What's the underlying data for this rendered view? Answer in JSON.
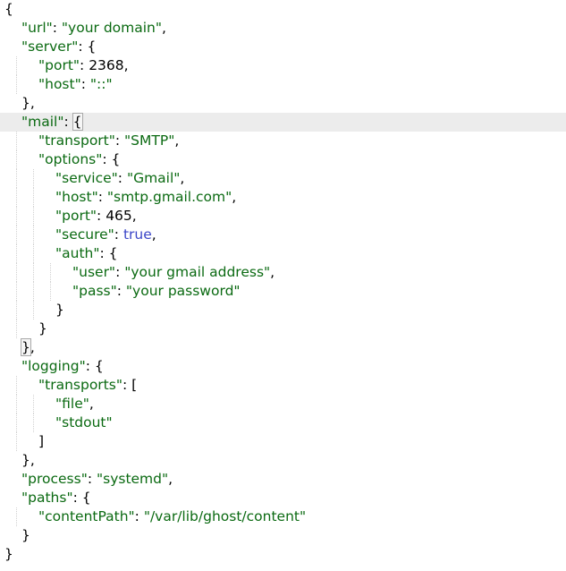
{
  "editor": {
    "current_line": 6,
    "matched_bracket_line": 6,
    "colors": {
      "string": "#0b6a12",
      "number": "#000000",
      "boolean": "#3b46c8",
      "punctuation": "#000000",
      "current_line_bg": "#ececec"
    },
    "lines": [
      {
        "indent": 0,
        "tokens": [
          {
            "t": "punc",
            "v": "{"
          }
        ]
      },
      {
        "indent": 1,
        "tokens": [
          {
            "t": "key",
            "v": "\"url\""
          },
          {
            "t": "punc",
            "v": ": "
          },
          {
            "t": "str",
            "v": "\"your domain\""
          },
          {
            "t": "punc",
            "v": ","
          }
        ]
      },
      {
        "indent": 1,
        "tokens": [
          {
            "t": "key",
            "v": "\"server\""
          },
          {
            "t": "punc",
            "v": ": {"
          }
        ]
      },
      {
        "indent": 2,
        "tokens": [
          {
            "t": "key",
            "v": "\"port\""
          },
          {
            "t": "punc",
            "v": ": "
          },
          {
            "t": "num",
            "v": "2368"
          },
          {
            "t": "punc",
            "v": ","
          }
        ]
      },
      {
        "indent": 2,
        "tokens": [
          {
            "t": "key",
            "v": "\"host\""
          },
          {
            "t": "punc",
            "v": ": "
          },
          {
            "t": "str",
            "v": "\"::\""
          }
        ]
      },
      {
        "indent": 1,
        "tokens": [
          {
            "t": "punc",
            "v": "},"
          }
        ]
      },
      {
        "indent": 1,
        "tokens": [
          {
            "t": "key",
            "v": "\"mail\""
          },
          {
            "t": "punc",
            "v": ": "
          },
          {
            "t": "bracket",
            "v": "{"
          }
        ]
      },
      {
        "indent": 2,
        "tokens": [
          {
            "t": "key",
            "v": "\"transport\""
          },
          {
            "t": "punc",
            "v": ": "
          },
          {
            "t": "str",
            "v": "\"SMTP\""
          },
          {
            "t": "punc",
            "v": ","
          }
        ]
      },
      {
        "indent": 2,
        "tokens": [
          {
            "t": "key",
            "v": "\"options\""
          },
          {
            "t": "punc",
            "v": ": {"
          }
        ]
      },
      {
        "indent": 3,
        "tokens": [
          {
            "t": "key",
            "v": "\"service\""
          },
          {
            "t": "punc",
            "v": ": "
          },
          {
            "t": "str",
            "v": "\"Gmail\""
          },
          {
            "t": "punc",
            "v": ","
          }
        ]
      },
      {
        "indent": 3,
        "tokens": [
          {
            "t": "key",
            "v": "\"host\""
          },
          {
            "t": "punc",
            "v": ": "
          },
          {
            "t": "str",
            "v": "\"smtp.gmail.com\""
          },
          {
            "t": "punc",
            "v": ","
          }
        ]
      },
      {
        "indent": 3,
        "tokens": [
          {
            "t": "key",
            "v": "\"port\""
          },
          {
            "t": "punc",
            "v": ": "
          },
          {
            "t": "num",
            "v": "465"
          },
          {
            "t": "punc",
            "v": ","
          }
        ]
      },
      {
        "indent": 3,
        "tokens": [
          {
            "t": "key",
            "v": "\"secure\""
          },
          {
            "t": "punc",
            "v": ": "
          },
          {
            "t": "bool",
            "v": "true"
          },
          {
            "t": "punc",
            "v": ","
          }
        ]
      },
      {
        "indent": 3,
        "tokens": [
          {
            "t": "key",
            "v": "\"auth\""
          },
          {
            "t": "punc",
            "v": ": {"
          }
        ]
      },
      {
        "indent": 4,
        "tokens": [
          {
            "t": "key",
            "v": "\"user\""
          },
          {
            "t": "punc",
            "v": ": "
          },
          {
            "t": "str",
            "v": "\"your gmail address\""
          },
          {
            "t": "punc",
            "v": ","
          }
        ]
      },
      {
        "indent": 4,
        "tokens": [
          {
            "t": "key",
            "v": "\"pass\""
          },
          {
            "t": "punc",
            "v": ": "
          },
          {
            "t": "str",
            "v": "\"your password\""
          }
        ]
      },
      {
        "indent": 3,
        "tokens": [
          {
            "t": "punc",
            "v": "}"
          }
        ]
      },
      {
        "indent": 2,
        "tokens": [
          {
            "t": "punc",
            "v": "}"
          }
        ]
      },
      {
        "indent": 1,
        "tokens": [
          {
            "t": "bracket",
            "v": "}"
          },
          {
            "t": "punc",
            "v": ","
          }
        ]
      },
      {
        "indent": 1,
        "tokens": [
          {
            "t": "key",
            "v": "\"logging\""
          },
          {
            "t": "punc",
            "v": ": {"
          }
        ]
      },
      {
        "indent": 2,
        "tokens": [
          {
            "t": "key",
            "v": "\"transports\""
          },
          {
            "t": "punc",
            "v": ": ["
          }
        ]
      },
      {
        "indent": 3,
        "tokens": [
          {
            "t": "str",
            "v": "\"file\""
          },
          {
            "t": "punc",
            "v": ","
          }
        ]
      },
      {
        "indent": 3,
        "tokens": [
          {
            "t": "str",
            "v": "\"stdout\""
          }
        ]
      },
      {
        "indent": 2,
        "tokens": [
          {
            "t": "punc",
            "v": "]"
          }
        ]
      },
      {
        "indent": 1,
        "tokens": [
          {
            "t": "punc",
            "v": "},"
          }
        ]
      },
      {
        "indent": 1,
        "tokens": [
          {
            "t": "key",
            "v": "\"process\""
          },
          {
            "t": "punc",
            "v": ": "
          },
          {
            "t": "str",
            "v": "\"systemd\""
          },
          {
            "t": "punc",
            "v": ","
          }
        ]
      },
      {
        "indent": 1,
        "tokens": [
          {
            "t": "key",
            "v": "\"paths\""
          },
          {
            "t": "punc",
            "v": ": {"
          }
        ]
      },
      {
        "indent": 2,
        "tokens": [
          {
            "t": "key",
            "v": "\"contentPath\""
          },
          {
            "t": "punc",
            "v": ": "
          },
          {
            "t": "str",
            "v": "\"/var/lib/ghost/content\""
          }
        ]
      },
      {
        "indent": 1,
        "tokens": [
          {
            "t": "punc",
            "v": "}"
          }
        ]
      },
      {
        "indent": 0,
        "tokens": [
          {
            "t": "punc",
            "v": "}"
          }
        ]
      }
    ]
  }
}
